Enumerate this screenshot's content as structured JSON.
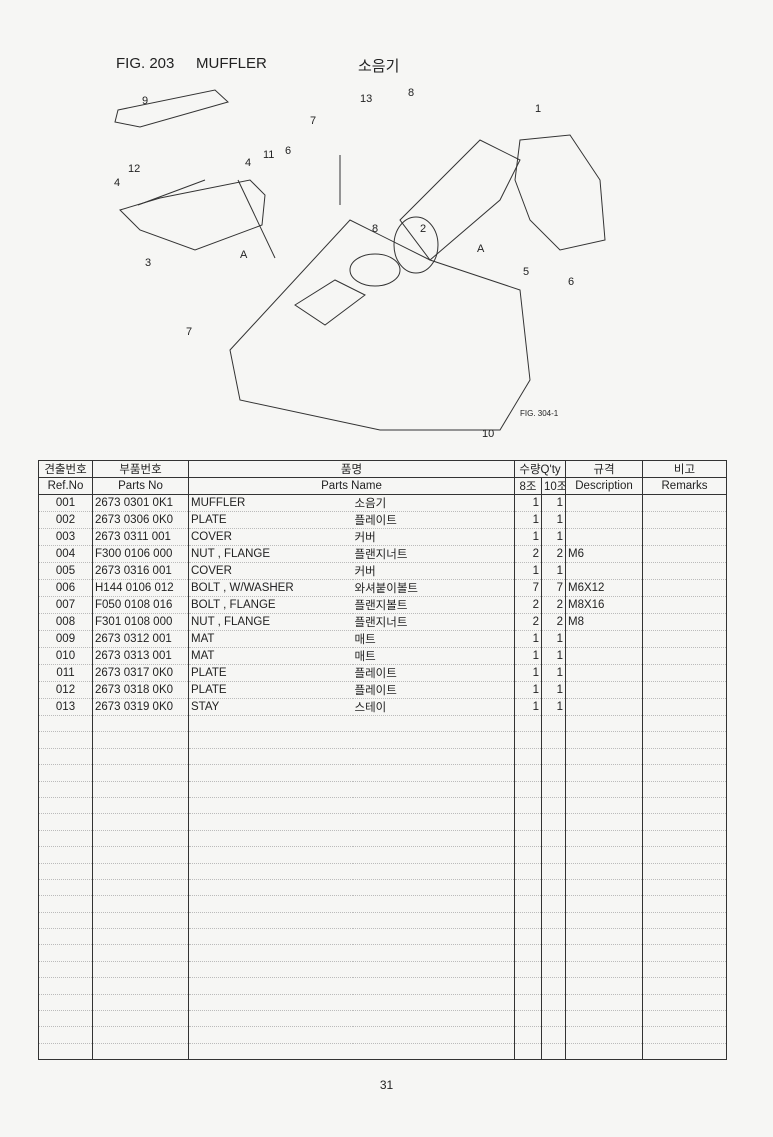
{
  "header": {
    "figure": "FIG. 203",
    "title_en": "MUFFLER",
    "title_ko": "소음기"
  },
  "diagram": {
    "callouts": [
      "1",
      "2",
      "3",
      "4",
      "4",
      "5",
      "6",
      "6",
      "7",
      "7",
      "8",
      "8",
      "9",
      "10",
      "11",
      "12",
      "13",
      "A",
      "A"
    ],
    "ref_label": "FIG. 304-1"
  },
  "table": {
    "header_ko": {
      "ref": "견출번호",
      "parts_no": "부품번호",
      "name": "품명",
      "qty": "수량Q'ty",
      "spec": "규격",
      "remarks": "비고"
    },
    "header_en": {
      "ref": "Ref.No",
      "parts_no": "Parts No",
      "name": "Parts Name",
      "qty8": "8조",
      "qty10": "10조",
      "spec": "Description",
      "remarks": "Remarks"
    },
    "rows": [
      {
        "ref": "001",
        "no": "2673 0301 0K1",
        "name": "MUFFLER",
        "ko": "소음기",
        "q8": "1",
        "q10": "1",
        "spec": ""
      },
      {
        "ref": "002",
        "no": "2673 0306 0K0",
        "name": "PLATE",
        "ko": "플레이트",
        "q8": "1",
        "q10": "1",
        "spec": ""
      },
      {
        "ref": "003",
        "no": "2673 0311 001",
        "name": "COVER",
        "ko": "커버",
        "q8": "1",
        "q10": "1",
        "spec": ""
      },
      {
        "ref": "004",
        "no": "F300 0106 000",
        "name": "NUT , FLANGE",
        "ko": "플랜지너트",
        "q8": "2",
        "q10": "2",
        "spec": "M6"
      },
      {
        "ref": "005",
        "no": "2673 0316 001",
        "name": "COVER",
        "ko": "커버",
        "q8": "1",
        "q10": "1",
        "spec": ""
      },
      {
        "ref": "006",
        "no": "H144 0106 012",
        "name": "BOLT , W/WASHER",
        "ko": "와셔붙이볼트",
        "q8": "7",
        "q10": "7",
        "spec": "M6X12"
      },
      {
        "ref": "007",
        "no": "F050 0108 016",
        "name": "BOLT , FLANGE",
        "ko": "플랜지볼트",
        "q8": "2",
        "q10": "2",
        "spec": "M8X16"
      },
      {
        "ref": "008",
        "no": "F301 0108 000",
        "name": "NUT , FLANGE",
        "ko": "플랜지너트",
        "q8": "2",
        "q10": "2",
        "spec": "M8"
      },
      {
        "ref": "009",
        "no": "2673 0312 001",
        "name": "MAT",
        "ko": "매트",
        "q8": "1",
        "q10": "1",
        "spec": ""
      },
      {
        "ref": "010",
        "no": "2673 0313 001",
        "name": "MAT",
        "ko": "매트",
        "q8": "1",
        "q10": "1",
        "spec": ""
      },
      {
        "ref": "011",
        "no": "2673 0317 0K0",
        "name": "PLATE",
        "ko": "플레이트",
        "q8": "1",
        "q10": "1",
        "spec": ""
      },
      {
        "ref": "012",
        "no": "2673 0318 0K0",
        "name": "PLATE",
        "ko": "플레이트",
        "q8": "1",
        "q10": "1",
        "spec": ""
      },
      {
        "ref": "013",
        "no": "2673 0319 0K0",
        "name": "STAY",
        "ko": "스테이",
        "q8": "1",
        "q10": "1",
        "spec": ""
      }
    ],
    "empty_rows": 21
  },
  "footer": {
    "page": "31"
  }
}
